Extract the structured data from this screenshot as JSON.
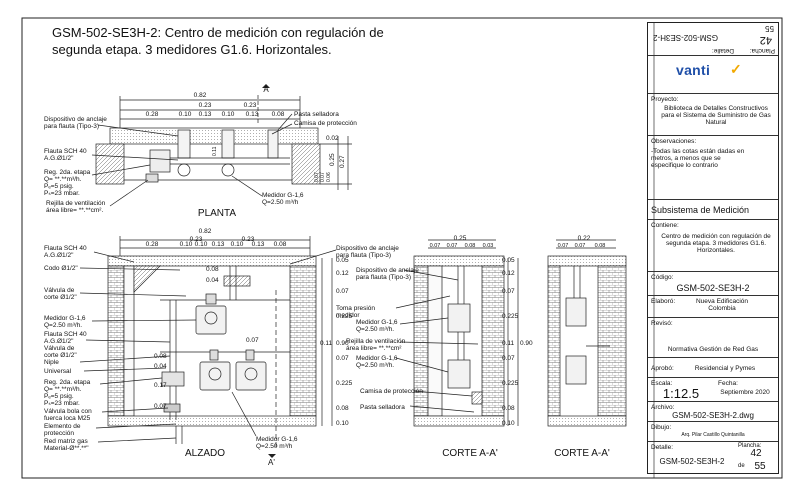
{
  "title_line1": "GSM-502-SE3H-2: Centro de medición con regulación de",
  "title_line2": "segunda etapa.  3 medidores G1.6. Horizontales.",
  "views": {
    "planta": "PLANTA",
    "alzado": "ALZADO",
    "corte1": "CORTE A-A'",
    "corte2": "CORTE A-A'",
    "cut_top": "A",
    "cut_bottom": "A'"
  },
  "planta": {
    "dims_top": [
      "0.82",
      "0.23",
      "0.23",
      "0.28",
      "0.10",
      "0.13",
      "0.10",
      "0.13",
      "0.08"
    ],
    "dims_right": [
      "0.02",
      "0.25",
      "0.27",
      "0.07",
      "0.07",
      "0.06",
      "0.11"
    ],
    "labels": {
      "anclaje": "Dispositivo de anclaje",
      "anclaje2": "para flauta (Tipo-3)",
      "flauta": "Flauta SCH 40",
      "flauta2": "A.G.Ø1/2\"",
      "reg": "Reg. 2da. etapa",
      "reg_q": "Q=  **.**m³/h.",
      "reg_pe": "Pₑ=5 psig.",
      "reg_ps": "Pₛ=23 mbar.",
      "rejilla": "Rejilla de ventilación",
      "rejilla2": "área libre=  **.**cm².",
      "sellador": "Pasta selladora",
      "camisa": "Camisa de protección",
      "medidor": "Medidor G-1,6",
      "medidor_q": "Q=2.50 m³/h"
    }
  },
  "alzado": {
    "dims_top": [
      "0.82",
      "0.23",
      "0.23",
      "0.28",
      "0.10",
      "0.10",
      "0.13",
      "0.10",
      "0.13",
      "0.08"
    ],
    "dims_right": [
      "0.05",
      "0.12",
      "0.07",
      "0.225",
      "0.11",
      "0.07",
      "0.225",
      "0.08",
      "0.10"
    ],
    "dim_total": "0.90",
    "inner_dims": [
      "0.08",
      "0.04",
      "0.07",
      "0.08",
      "0.04",
      "0.17",
      "0.07"
    ],
    "labels": {
      "flauta": "Flauta SCH 40",
      "flauta_b": "A.G.Ø1/2\"",
      "codo": "Codo Ø1/2\"",
      "valvula": "Válvula de",
      "valvula_b": "corte Ø1/2\"",
      "medidor": "Medidor G-1,6",
      "medidor_q": "Q=2.50 m³/h.",
      "flauta2": "Flauta SCH 40",
      "flauta2_b": "A.G.Ø1/2\"",
      "valvula2": "Válvula de",
      "valvula2_b": "corte Ø1/2\"",
      "niple": "Niple",
      "universal": "Universal",
      "reg": "Reg. 2da. etapa",
      "reg_q": "Q=  **.**m³/h.",
      "reg_pe": "Pₑ=5 psig.",
      "reg_ps": "Pₛ=23 mbar.",
      "bola": "Válvula bola con",
      "bola_b": "fuerca loca M25",
      "elemento": "Elemento de",
      "elemento_b": "protección",
      "red": "Red matriz gas",
      "red_b": "Material-Ø**.**\"",
      "medidor_bottom": "Medidor G-1,6",
      "medidor_bottom_q": "Q=2.50 m³/h",
      "anclaje": "Dispositivo de anclaje",
      "anclaje_b": "para flauta (Tipo-3)"
    }
  },
  "corte": {
    "dims_top1": [
      "0.25",
      "0.07",
      "0.07",
      "0.08",
      "0.03"
    ],
    "dims_top2": [
      "0.22",
      "0.07",
      "0.07",
      "0.08"
    ],
    "labels": {
      "anclaje": "Dispositivo de anclaje",
      "anclaje_b": "para flauta (Tipo-3)",
      "toma": "Toma presión",
      "toma_b": "medidor",
      "medidor": "Medidor G-1,6",
      "medidor_q": "Q=2.50 m³/h.",
      "rejilla": "Rejilla de ventilación",
      "rejilla_b": "área libre=  **.**cm²",
      "medidor2": "Medidor G-1,6",
      "medidor2_q": "Q=2.50 m³/h.",
      "camisa": "Camisa de protección",
      "sellador": "Pasta selladora"
    }
  },
  "panel": {
    "plancha_top": "55",
    "plancha_lbl": "Plancha:",
    "plancha_val": "42",
    "detalle_lbl": "Detalle:",
    "detalle_val": "GSM-502-SE3H-2",
    "brand": "vanti",
    "proyecto_lbl": "Proyecto:",
    "proyecto_val": "Biblioteca de Detalles Constructivos para el Sistema de Suministro de Gas Natural",
    "obs_lbl": "Observaciones:",
    "obs_val": "-Todas las cotas están dadas en metros, a menos que se especifique lo contrario",
    "subsistema": "Subsistema de Medición",
    "contiene_lbl": "Contiene:",
    "contiene_val": "Centro de medición con regulación de segunda etapa. 3 medidores G1.6. Horizontales.",
    "codigo_lbl": "Código:",
    "codigo_val": "GSM-502-SE3H-2",
    "elaboro_lbl": "Elaboró:",
    "elaboro_val": "Nueva Edificación Colombia",
    "reviso_lbl": "Revisó:",
    "reviso_val": "Normativa Gestión de Red Gas",
    "aprobo_lbl": "Aprobó:",
    "aprobo_val": "Residencial y Pymes",
    "escala_lbl": "Escala:",
    "escala_val": "1:12.5",
    "fecha_lbl": "Fecha:",
    "fecha_val": "Septiembre 2020",
    "archivo_lbl": "Archivo:",
    "archivo_val": "GSM-502-SE3H-2.dwg",
    "dibujo_lbl": "Dibujo:",
    "dibujo_val": "Arq. Pilar Castillo Quintanilla",
    "detalle2_lbl": "Detalle:",
    "detalle2_val": "GSM-502-SE3H-2",
    "plancha2_lbl": "Plancha:",
    "plancha2_val": "42",
    "de_lbl": "de",
    "de_val": "55"
  }
}
